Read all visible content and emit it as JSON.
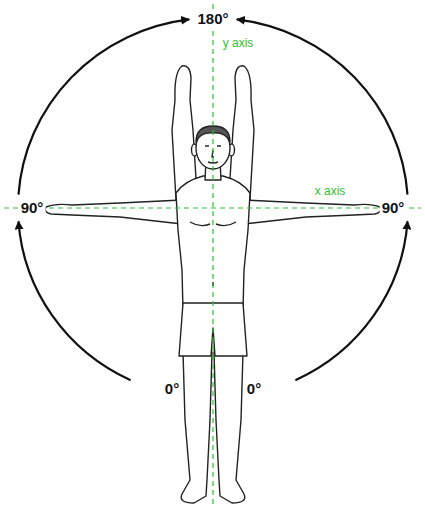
{
  "diagram": {
    "labels": [
      "180°",
      "y axis",
      "x axis",
      "90°",
      "90°",
      "0°",
      "0°"
    ]
  }
}
